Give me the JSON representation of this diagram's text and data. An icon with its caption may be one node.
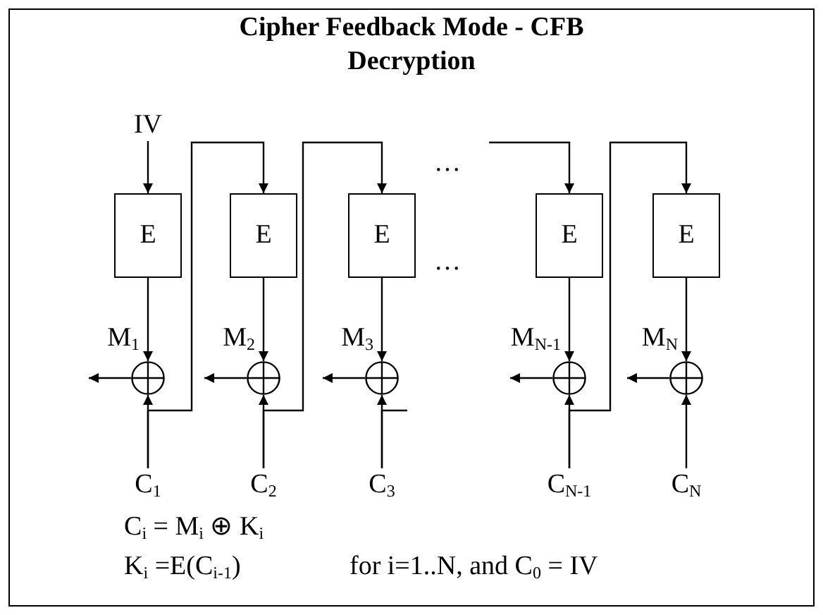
{
  "diagram": {
    "title": "Cipher Feedback Mode - CFB Decryption",
    "nodes": [
      {
        "text": [
          "IV"
        ]
      },
      {
        "text": [
          "E"
        ]
      },
      {
        "text": [
          "E"
        ]
      },
      {
        "text": [
          "E"
        ]
      },
      {
        "text": [
          "E"
        ]
      },
      {
        "text": [
          "E"
        ]
      },
      {
        "text": [],
        "shape": "circle",
        "beside": [
          "M$_{1}$"
        ]
      },
      {
        "text": [],
        "shape": "circle",
        "beside": [
          "M$_{2}$"
        ]
      },
      {
        "text": [],
        "shape": "circle",
        "beside": [
          "M$_{3}$"
        ]
      },
      {
        "text": [],
        "shape": "circle",
        "beside": [
          "M$_{N-1}$"
        ]
      },
      {
        "text": [],
        "shape": "circle",
        "beside": [
          "M$_{N}$"
        ]
      },
      {
        "text": [
          "C$_{1}$"
        ]
      },
      {
        "text": [
          "C$_{2}$"
        ]
      },
      {
        "text": [
          "C$_{3}$"
        ]
      },
      {
        "text": [
          "C$_{N-1}$"
        ]
      },
      {
        "text": [
          "C$_{N}$"
        ]
      }
    ],
    "edges": [
      {
        "from": 0,
        "to": 1,
        "arrow": "to"
      },
      {
        "from": 1,
        "to": 6,
        "arrow": "to"
      },
      {
        "from": 2,
        "to": 7,
        "arrow": "to"
      },
      {
        "from": 3,
        "to": 8,
        "arrow": "to"
      },
      {
        "from": 4,
        "to": 9,
        "arrow": "to"
      },
      {
        "from": 5,
        "to": 10,
        "arrow": "to"
      },
      {
        "from": 11,
        "to": 6,
        "arrow": "to"
      },
      {
        "from": 12,
        "to": 7,
        "arrow": "to"
      },
      {
        "from": 13,
        "to": 8,
        "arrow": "to"
      },
      {
        "from": 14,
        "to": 9,
        "arrow": "to"
      },
      {
        "from": 15,
        "to": 10,
        "arrow": "to"
      },
      {
        "from": 11,
        "to": 2,
        "arrow": "to"
      },
      {
        "from": 12,
        "to": 3,
        "arrow": "to"
      },
      {
        "from": 13,
        "to": null,
        "arrow": "none"
      },
      {
        "from": null,
        "to": 4,
        "arrow": "to"
      },
      {
        "from": 14,
        "to": 5,
        "arrow": "to"
      },
      {
        "from": 6,
        "to": null,
        "arrow": "to"
      },
      {
        "from": 7,
        "to": null,
        "arrow": "to"
      },
      {
        "from": 8,
        "to": null,
        "arrow": "to"
      },
      {
        "from": 9,
        "to": null,
        "arrow": "to"
      },
      {
        "from": 10,
        "to": null,
        "arrow": "to"
      }
    ],
    "labels": [
      "…",
      "…",
      "C$_{i}$ = M$_{i}$ ⊕ K$_{i}$",
      "K$_{i}$ =E(C$_{i-1}$)",
      "for i=1..N, and C$_{0}$ = IV"
    ]
  }
}
